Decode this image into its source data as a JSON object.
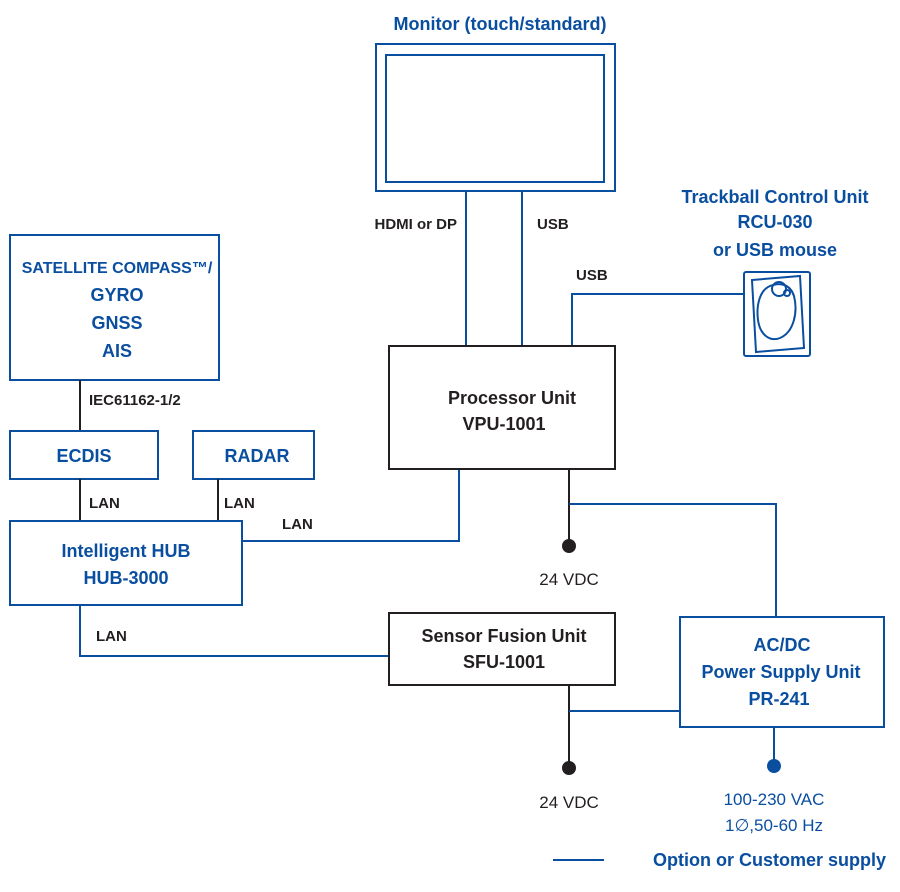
{
  "monitor": {
    "label": "Monitor (touch/standard)"
  },
  "trackball": {
    "lines": [
      "Trackball Control Unit",
      "RCU-030",
      "or USB mouse"
    ]
  },
  "sensors": {
    "lines": [
      "SATELLITE COMPASS™/",
      "GYRO",
      "GNSS",
      "AIS"
    ]
  },
  "iec_label": "IEC61162-1/2",
  "ecdis_label": "ECDIS",
  "radar_label": "RADAR",
  "hub": {
    "lines": [
      "Intelligent HUB",
      "HUB-3000"
    ]
  },
  "processor": {
    "lines": [
      "Processor Unit",
      "VPU-1001"
    ]
  },
  "sfu": {
    "lines": [
      "Sensor Fusion Unit",
      "SFU-1001"
    ]
  },
  "psu": {
    "lines": [
      "AC/DC",
      "Power Supply Unit",
      "PR-241"
    ]
  },
  "connections": {
    "hdmi": "HDMI or DP",
    "usb_monitor": "USB",
    "usb_trackball": "USB",
    "lan_ecdis": "LAN",
    "lan_radar": "LAN",
    "lan_processor": "LAN",
    "lan_sfu": "LAN"
  },
  "power": {
    "processor_dc": "24 VDC",
    "sfu_dc": "24 VDC",
    "ac_lines": [
      "100-230 VAC",
      "1∅,50-60 Hz"
    ]
  },
  "legend": {
    "label": "Option or Customer supply"
  },
  "colors": {
    "option_blue": "#0a4ea0",
    "standard": "#231f20"
  }
}
